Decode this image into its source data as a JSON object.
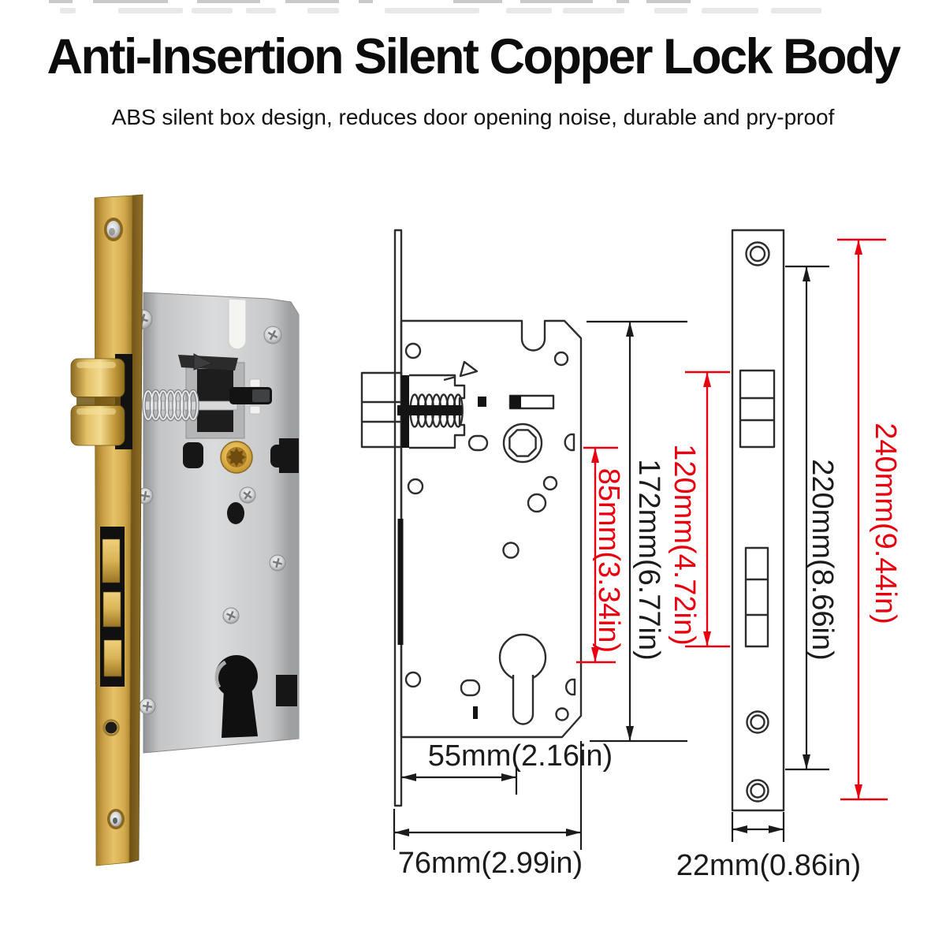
{
  "header": {
    "title": "Anti-Insertion Silent Copper Lock Body",
    "subtitle": "ABS silent box design, reduces door opening noise, durable and pry-proof"
  },
  "dimensions": {
    "backset": "55mm(2.16in)",
    "body_width": "76mm(2.99in)",
    "body_height": "172mm(6.77in)",
    "hub_to_cylinder": "85mm(3.34in)",
    "latch_to_deadbolt": "120mm(4.72in)",
    "screw_spacing": "220mm(8.66in)",
    "faceplate_length": "240mm(9.44in)",
    "faceplate_width": "22mm(0.86in)"
  },
  "colors": {
    "dimension_red": "#e8000f",
    "line_black": "#2d2d2d",
    "brass": "#c9a24c",
    "steel": "#c9cbcd",
    "background": "#ffffff"
  }
}
